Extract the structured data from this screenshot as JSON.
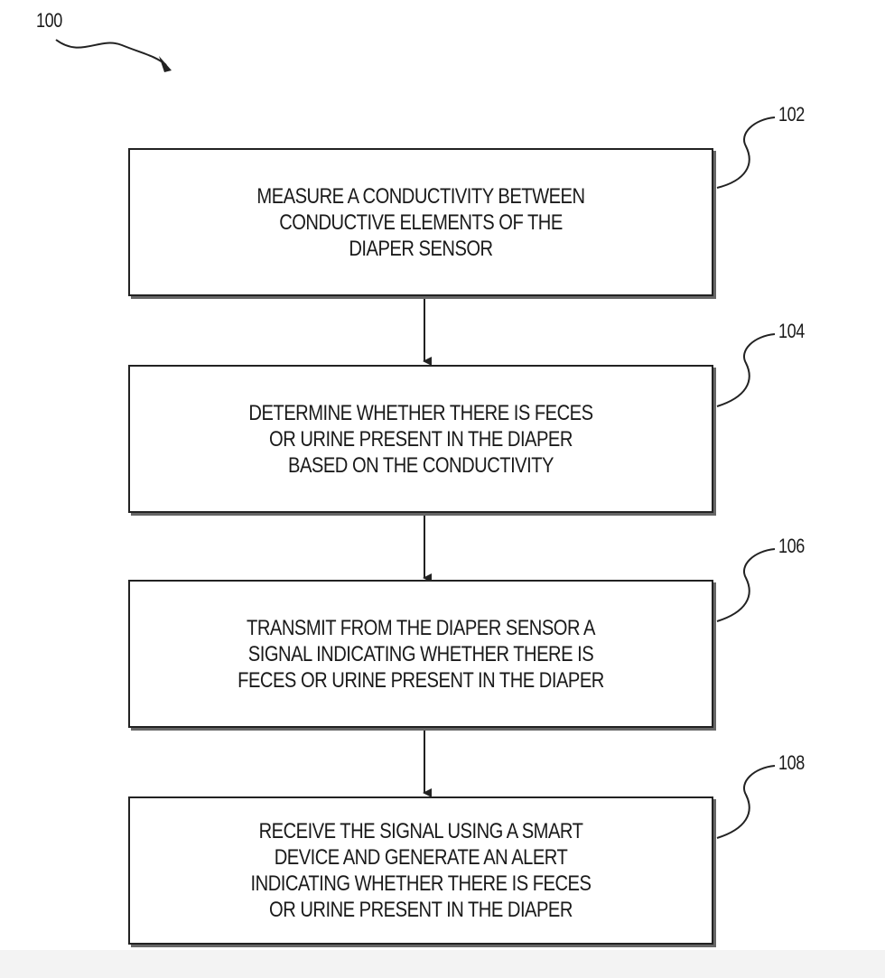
{
  "figure": {
    "reference_numeral": "100",
    "steps": [
      {
        "numeral": "102",
        "text": "MEASURE A CONDUCTIVITY BETWEEN\nCONDUCTIVE ELEMENTS OF THE\nDIAPER SENSOR"
      },
      {
        "numeral": "104",
        "text": "DETERMINE WHETHER THERE IS FECES\nOR URINE PRESENT IN THE DIAPER\nBASED ON THE CONDUCTIVITY"
      },
      {
        "numeral": "106",
        "text": "TRANSMIT FROM THE DIAPER SENSOR A\nSIGNAL INDICATING WHETHER THERE IS\nFECES OR URINE PRESENT IN THE DIAPER"
      },
      {
        "numeral": "108",
        "text": "RECEIVE THE SIGNAL USING A SMART\nDEVICE AND GENERATE AN ALERT\nINDICATING WHETHER THERE IS FECES\nOR URINE PRESENT IN THE DIAPER"
      }
    ]
  },
  "colors": {
    "line": "#222222",
    "shadow": "#666666",
    "background": "#ffffff"
  }
}
